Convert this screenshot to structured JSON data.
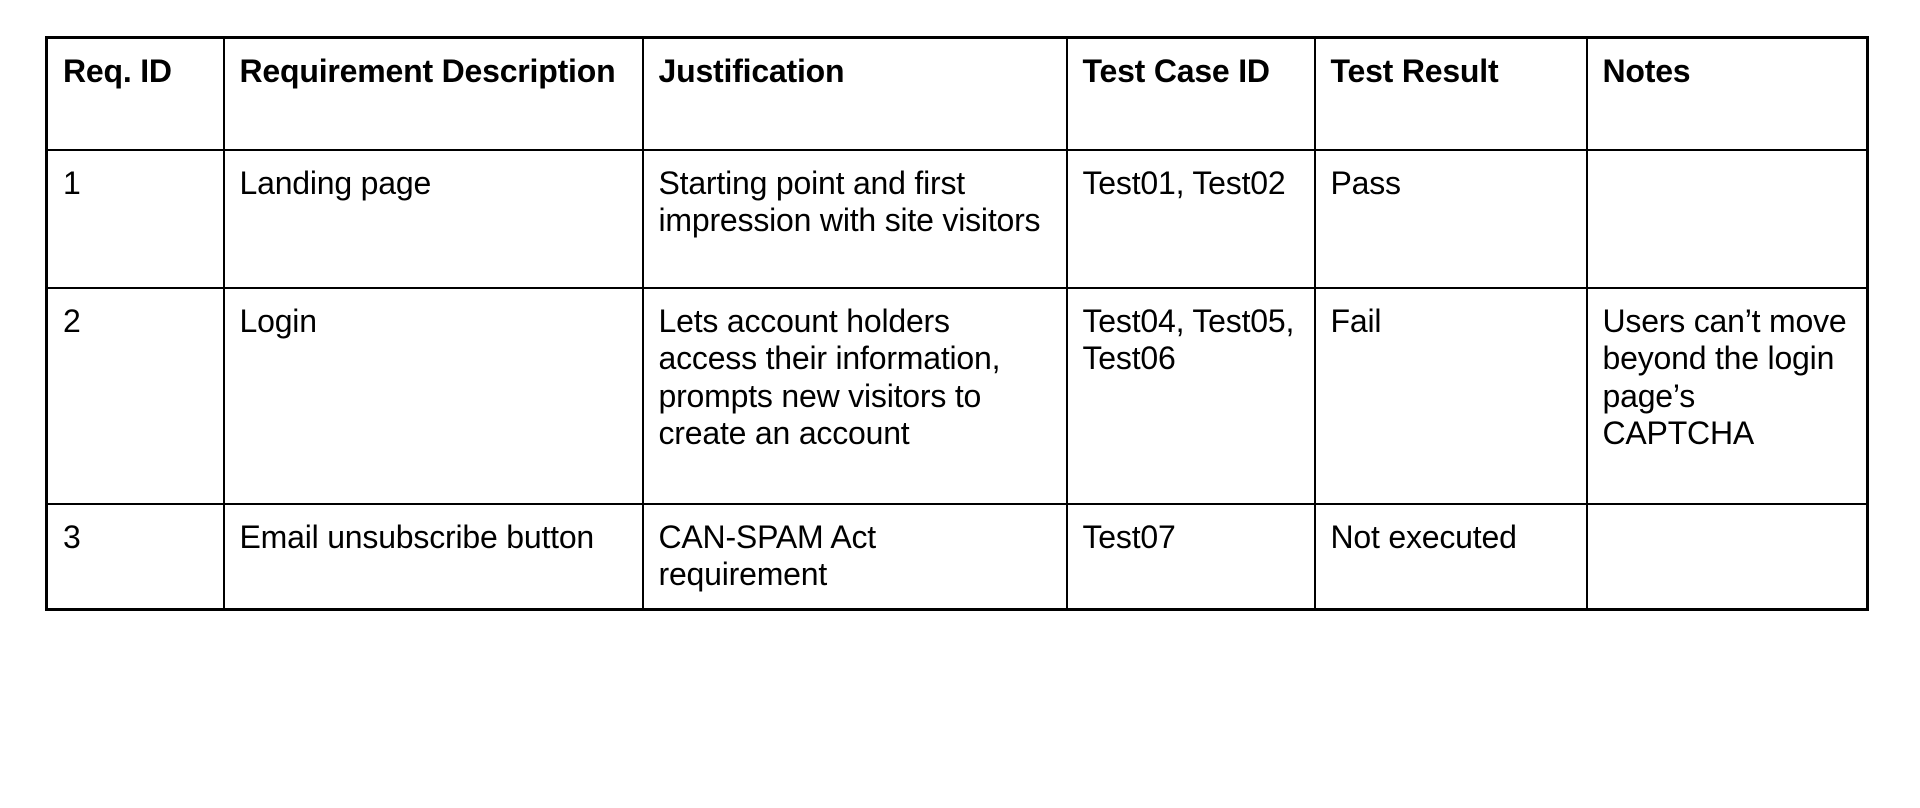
{
  "document": {
    "type": "requirements-traceability-matrix",
    "accent_color": "#000000",
    "background_color": "#ffffff",
    "border_color": "#000000"
  },
  "table": {
    "columns": [
      {
        "key": "req_id",
        "label": "Req. ID"
      },
      {
        "key": "description",
        "label": "Requirement Description"
      },
      {
        "key": "justification",
        "label": "Justification"
      },
      {
        "key": "test_case_id",
        "label": "Test Case ID"
      },
      {
        "key": "test_result",
        "label": "Test Result"
      },
      {
        "key": "notes",
        "label": "Notes"
      }
    ],
    "rows": [
      {
        "req_id": "1",
        "description": "Landing page",
        "justification": "Starting point and first impression with site visitors",
        "test_case_id": "Test01, Test02",
        "test_result": "Pass",
        "notes": ""
      },
      {
        "req_id": "2",
        "description": "Login",
        "justification": "Lets account holders access their information, prompts new visitors to create an account",
        "test_case_id": "Test04, Test05, Test06",
        "test_result": "Fail",
        "notes": "Users can’t move beyond the login page’s CAPTCHA"
      },
      {
        "req_id": "3",
        "description": "Email unsubscribe button",
        "justification": "CAN-SPAM Act requirement",
        "test_case_id": "Test07",
        "test_result": "Not executed",
        "notes": ""
      }
    ]
  }
}
